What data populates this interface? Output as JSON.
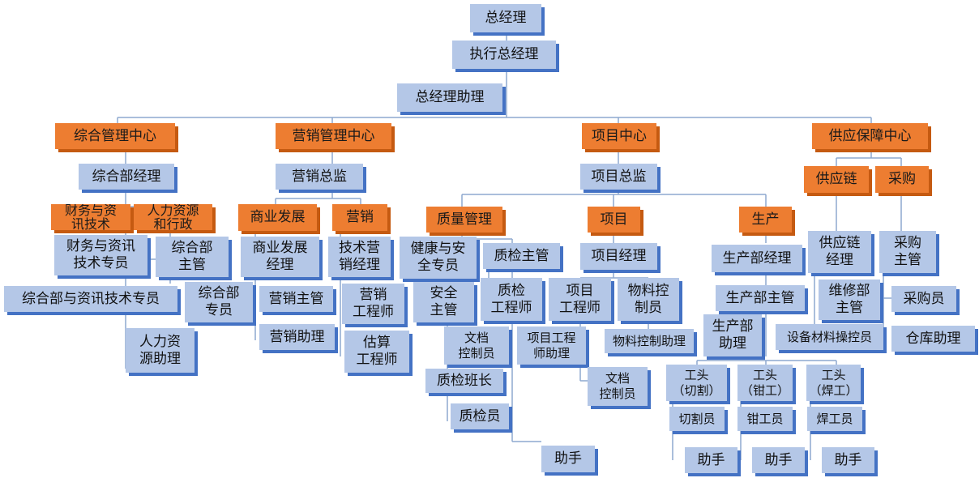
{
  "nodes": {
    "ceo": "总经理",
    "exec_gm": "执行总经理",
    "gm_assistant": "总经理助理",
    "admin_center": "综合管理中心",
    "marketing_center": "营销管理中心",
    "project_center": "项目中心",
    "supply_center": "供应保障中心",
    "admin_manager": "综合部经理",
    "fin_it": "财务与资\n讯技术",
    "hr_admin": "人力资源\n和行政",
    "fin_it_specialist": "财务与资讯\n技术专员",
    "admin_supervisor": "综合部\n主管",
    "admin_it_specialist": "综合部与资讯技术专员",
    "admin_clerk": "综合部\n专员",
    "hr_assistant": "人力资\n源助理",
    "marketing_director": "营销总监",
    "biz_dev": "商业发展",
    "sales": "营销",
    "biz_dev_manager": "商业发展\n经理",
    "tech_sales_manager": "技术营\n销经理",
    "marketing_supervisor": "营销主管",
    "marketing_engineer": "营销\n工程师",
    "marketing_assistant": "营销助理",
    "estimate_engineer": "估算\n工程师",
    "project_director": "项目总监",
    "quality_mgmt": "质量管理",
    "project": "项目",
    "production": "生产",
    "hse_specialist": "健康与安\n全专员",
    "qc_supervisor": "质检主管",
    "safety_supervisor": "安全\n主管",
    "qc_engineer": "质检\n工程师",
    "doc_controller_1": "文档\n控制员",
    "qc_foreman": "质检班长",
    "qc_inspector": "质检员",
    "assistant_1": "助手",
    "project_manager": "项目经理",
    "project_engineer": "项目\n工程师",
    "material_controller": "物料控\n制员",
    "project_eng_assistant": "项目工程\n师助理",
    "material_control_assistant": "物料控制助理",
    "doc_controller_2": "文档\n控制员",
    "production_manager": "生产部经理",
    "production_supervisor": "生产部主管",
    "production_assistant": "生产部\n助理",
    "foreman_cut": "工头\n（切割）",
    "foreman_fitter": "工头\n（钳工）",
    "foreman_weld": "工头\n（焊工）",
    "cutter": "切割员",
    "fitter": "钳工员",
    "welder": "焊工员",
    "helper_cut": "助手",
    "helper_fitter": "助手",
    "helper_weld": "助手",
    "supply_chain": "供应链",
    "purchasing": "采购",
    "supply_chain_manager": "供应链\n经理",
    "purchasing_supervisor": "采购\n主管",
    "maintenance_supervisor": "维修部\n主管",
    "purchaser": "采购员",
    "equipment_operator": "设备材料操控员",
    "warehouse_assistant": "仓库助理"
  },
  "colors": {
    "node_fill": "#b4c7e7",
    "node_shadow": "#4472c4",
    "center_fill": "#ed7d31",
    "center_shadow": "#c55a11",
    "line": "#8ea9cf"
  }
}
